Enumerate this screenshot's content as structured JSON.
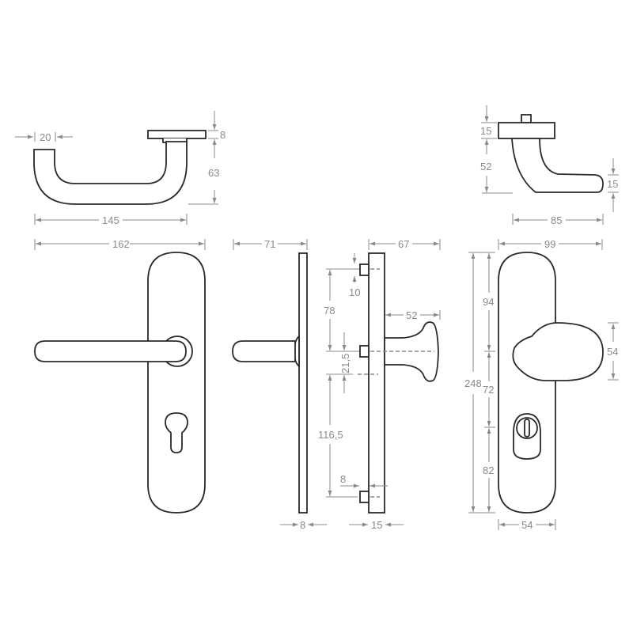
{
  "drawing": {
    "type": "technical-dimension-drawing",
    "subject": "door lever handle and knob security fittings with long backplates",
    "line_color": "#2a2a2a",
    "dimension_color": "#8a8a8a",
    "views": {
      "lever_top": {
        "dims": {
          "lever_diameter": "20",
          "rose_thickness": "8",
          "projection": "63",
          "length": "145"
        }
      },
      "knob_top": {
        "dims": {
          "rose_thickness": "15",
          "projection": "52",
          "grip_thickness": "15",
          "length": "85"
        }
      },
      "lever_front": {
        "dims": {
          "overall_width": "162"
        }
      },
      "lever_side": {
        "dims": {
          "projection": "71",
          "plate_thickness": "8"
        }
      },
      "knob_side": {
        "dims": {
          "projection": "67",
          "knob_projection": "52",
          "pin_offset": "10",
          "upper_spacing": "78",
          "center_offset": "21,5",
          "lower_spacing": "116,5",
          "pin_inset": "8",
          "plate_thickness": "15"
        }
      },
      "knob_front": {
        "dims": {
          "overall_width": "99",
          "plate_height": "248",
          "top_to_knob": "94",
          "knob_to_cylinder": "72",
          "cylinder_to_bottom": "82",
          "knob_height": "54",
          "plate_width": "54"
        }
      }
    }
  }
}
